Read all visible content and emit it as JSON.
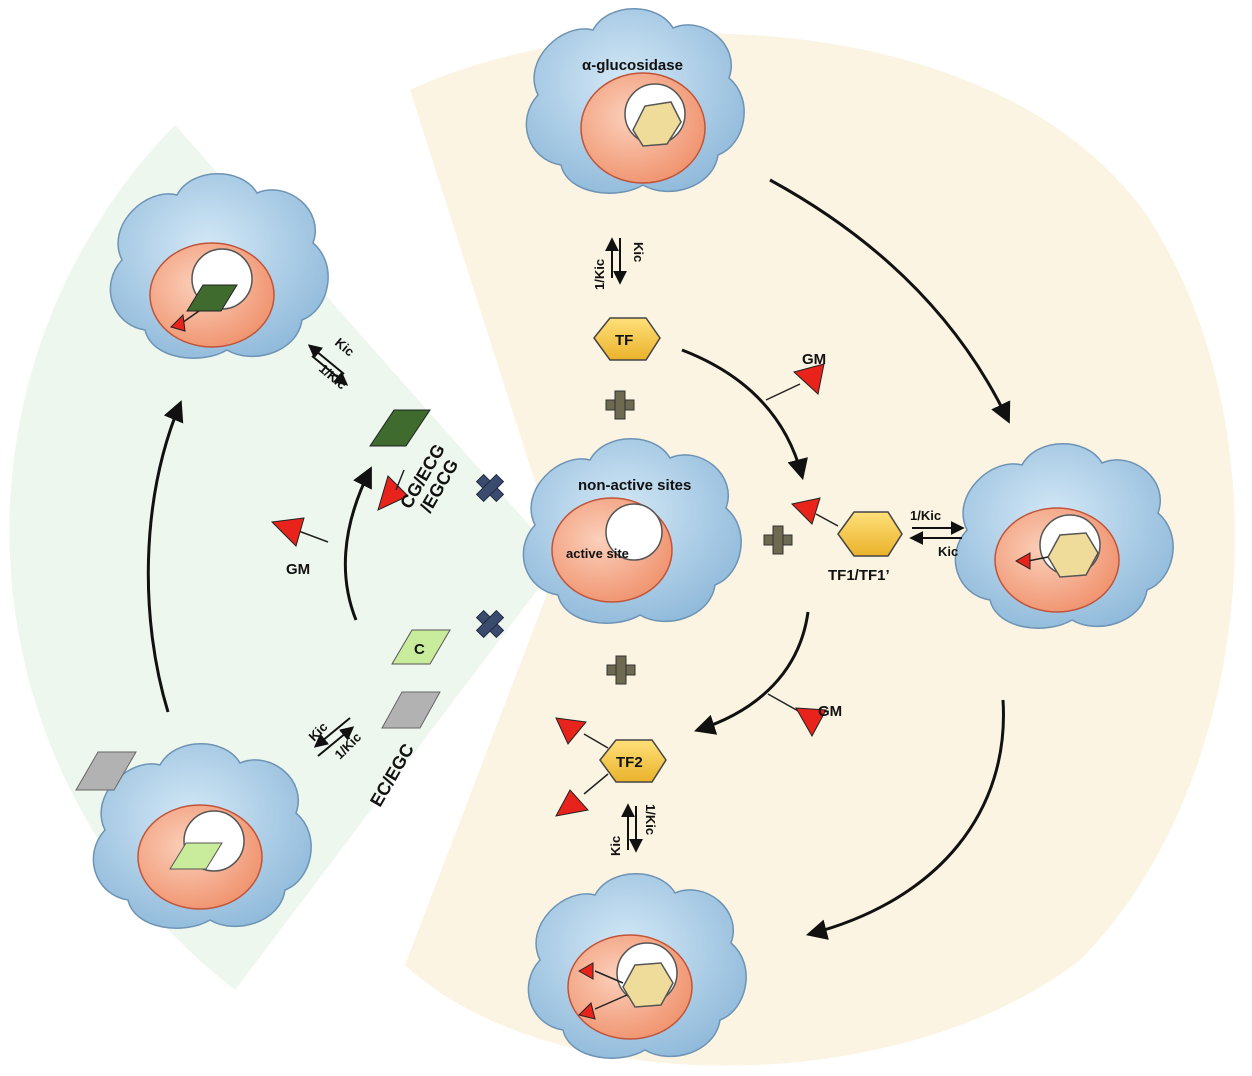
{
  "labels": {
    "alpha_glucosidase": "α-glucosidase",
    "non_active_sites": "non-active sites",
    "active_site": "active site",
    "tf": "TF",
    "tf1": "TF1/TF1’",
    "tf2": "TF2",
    "c": "C",
    "ec_egc": "EC/EGC",
    "cg_ecg": "CG/ECG",
    "egcg": "/EGCG",
    "gm_left": "GM",
    "gm_top": "GM",
    "gm_bottom": "GM",
    "kic_top": "Kic",
    "inv_kic_top": "1/Kic",
    "kic_left_top": "Kic",
    "inv_kic_left_top": "1/Kic",
    "kic_left_bottom": "Kic",
    "inv_kic_left_bottom": "1/Kic",
    "inv_kic_right": "1/Kic",
    "kic_right": "Kic",
    "kic_bottom": "Kic",
    "inv_kic_bottom": "1/Kic"
  },
  "colors": {
    "left_sector": "#eef7ee",
    "right_sector": "#fbf4e2",
    "cloud": "#a9cce6",
    "cloud_edge": "#6d93b5",
    "enzyme_core": "#f3a784",
    "enzyme_edge": "#c0543a",
    "inhibitor_red": "#e8231c",
    "hexagon": "#f5cf4a",
    "gallate_green": "#3f6b2f",
    "catechin_light": "#c9ec9c",
    "catechin_gray": "#b2b2b2",
    "plus_symbol": "#6e6a52",
    "cross_symbol": "#3b4b6e"
  }
}
